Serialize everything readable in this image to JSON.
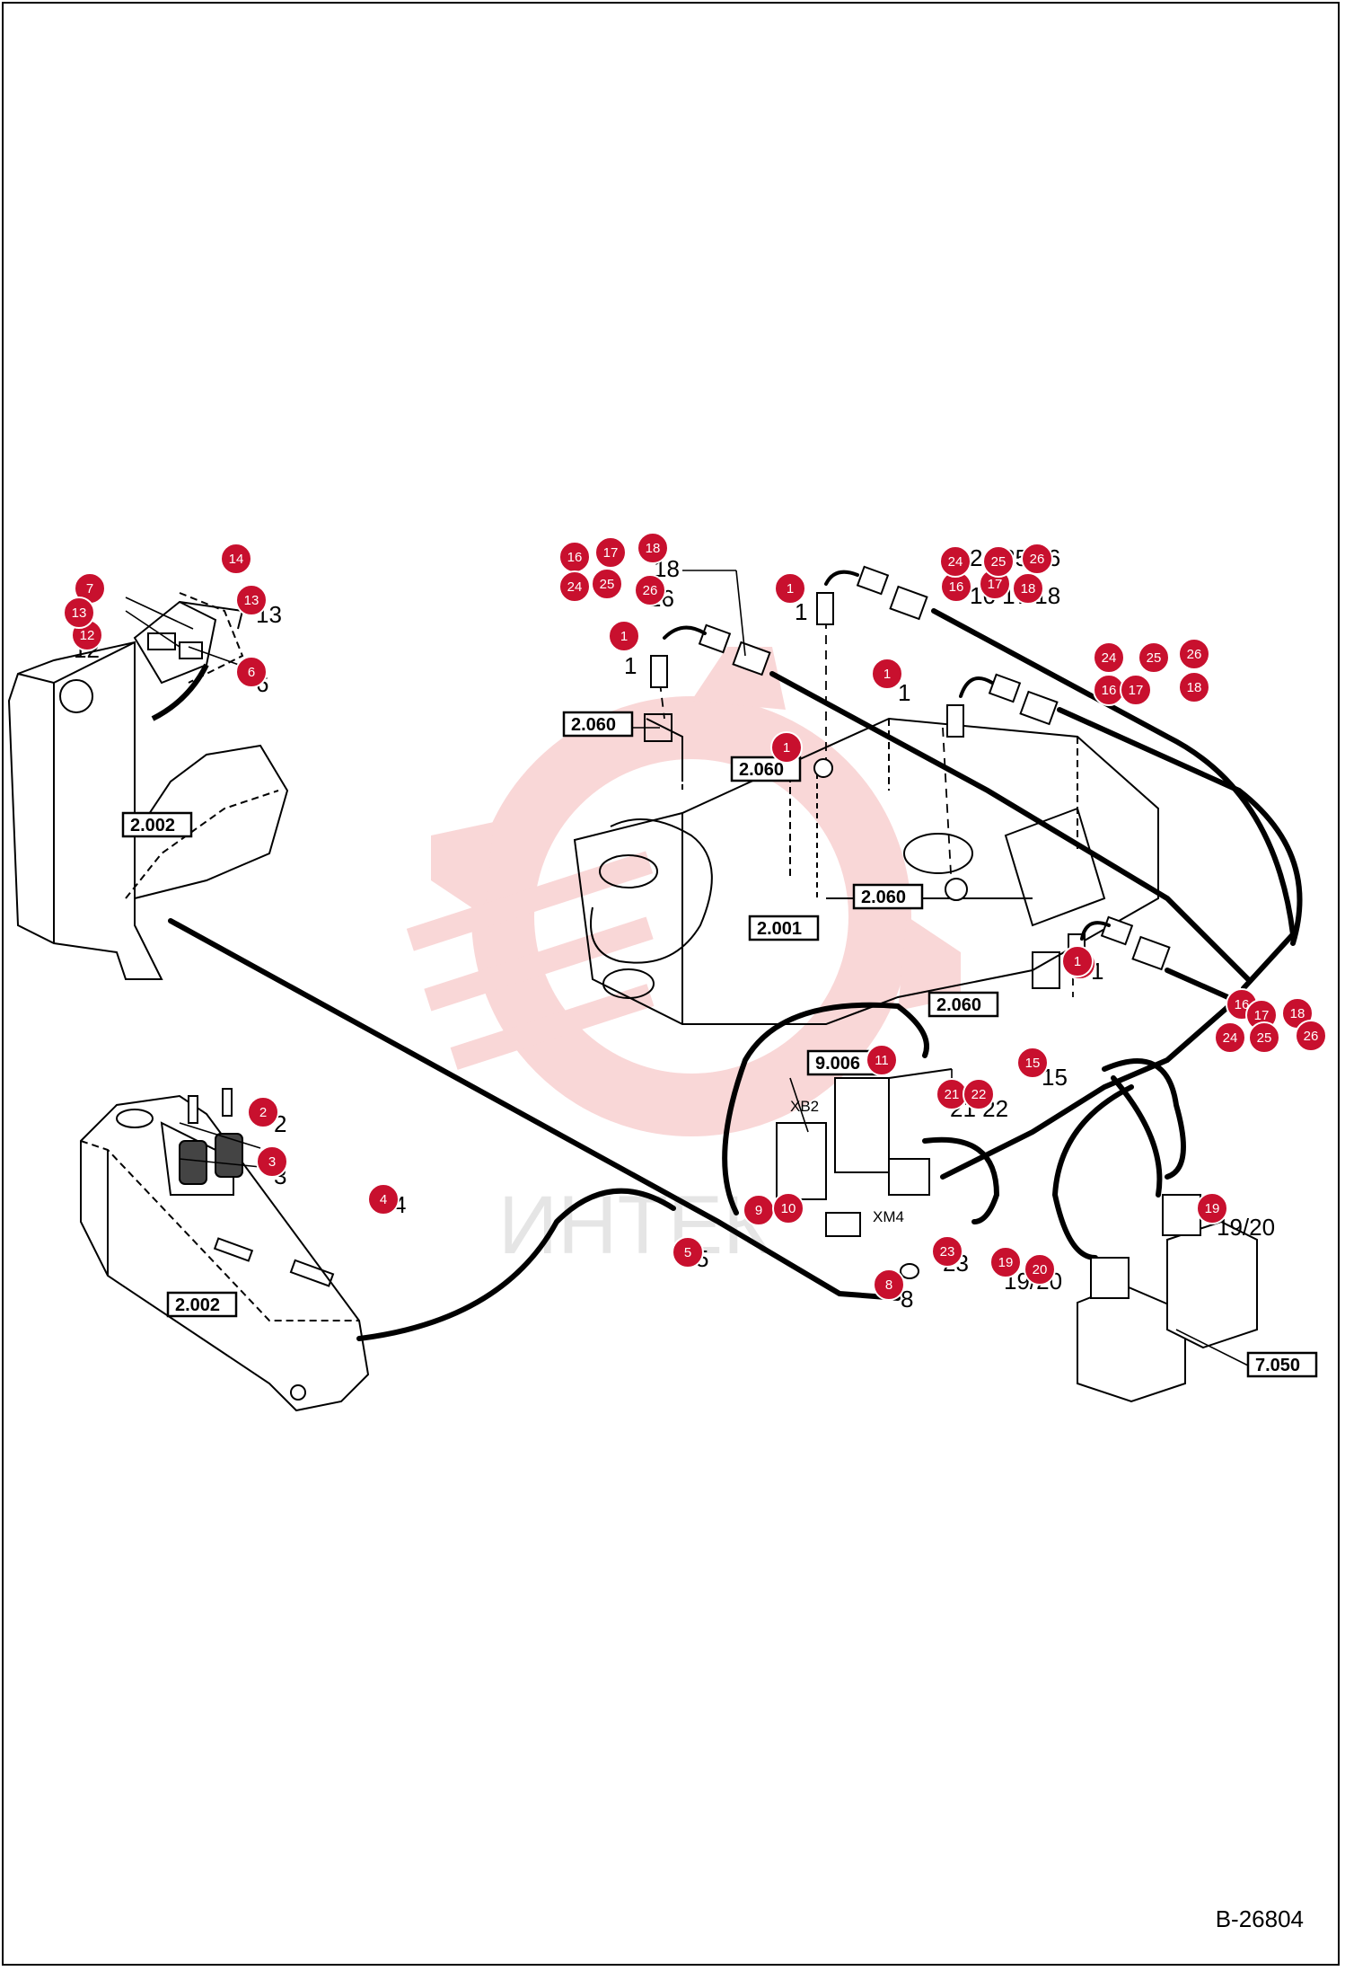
{
  "drawing_id": "B-26804",
  "watermark_text": "ИНТЕК",
  "colors": {
    "callout": "#c8102e",
    "watermark": "#f4b6b6",
    "line": "#000000"
  },
  "ref_labels": [
    "2.002",
    "2.002",
    "2.060",
    "2.060",
    "2.060",
    "2.060",
    "2.001",
    "9.006",
    "7.050"
  ],
  "connector_labels": [
    "XB2",
    "XM4"
  ],
  "plain_labels": [
    "1",
    "1",
    "1",
    "1",
    "2",
    "3",
    "4",
    "5",
    "8",
    "13",
    "15",
    "21 22",
    "23",
    "19/20",
    "19/20",
    "6",
    "12",
    "18",
    "26",
    "16 17 18",
    "24 25 26"
  ],
  "callouts": [
    "1",
    "1",
    "1",
    "1",
    "1",
    "1",
    "2",
    "3",
    "4",
    "5",
    "6",
    "7",
    "8",
    "9",
    "10",
    "11",
    "12",
    "13",
    "13",
    "14",
    "15",
    "16",
    "16",
    "16",
    "16",
    "17",
    "17",
    "17",
    "17",
    "18",
    "18",
    "18",
    "18",
    "19",
    "19",
    "20",
    "21",
    "22",
    "23",
    "24",
    "24",
    "24",
    "24",
    "25",
    "25",
    "25",
    "25",
    "26",
    "26",
    "26",
    "26"
  ]
}
